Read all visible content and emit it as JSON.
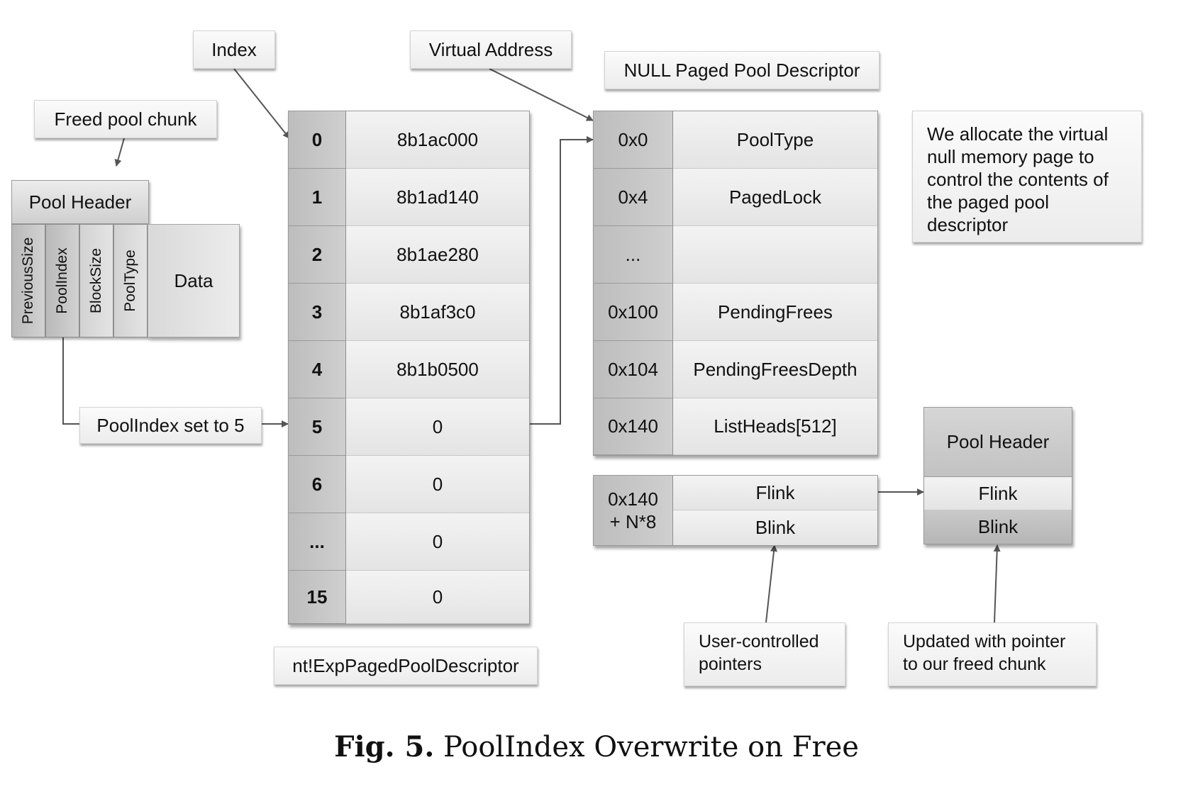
{
  "labels": {
    "index": "Index",
    "virtual_address": "Virtual Address",
    "null_descriptor": "NULL Paged Pool Descriptor",
    "freed_pool_chunk": "Freed pool chunk",
    "poolindex_set": "PoolIndex set to 5",
    "exp_paged_pool_descriptor": "nt!ExpPagedPoolDescriptor",
    "note": "We allocate the virtual null memory page to control the contents of the paged pool descriptor",
    "user_controlled": "User-controlled pointers",
    "updated_pointer": "Updated with pointer to our freed chunk"
  },
  "freed_chunk": {
    "header": "Pool Header",
    "fields": [
      "PreviousSize",
      "PoolIndex",
      "BlockSize",
      "PoolType"
    ],
    "data": "Data"
  },
  "exp_table": [
    {
      "index": "0",
      "value": "8b1ac000"
    },
    {
      "index": "1",
      "value": "8b1ad140"
    },
    {
      "index": "2",
      "value": "8b1ae280"
    },
    {
      "index": "3",
      "value": "8b1af3c0"
    },
    {
      "index": "4",
      "value": "8b1b0500"
    },
    {
      "index": "5",
      "value": "0"
    },
    {
      "index": "6",
      "value": "0"
    },
    {
      "index": "...",
      "value": "0"
    },
    {
      "index": "15",
      "value": "0"
    }
  ],
  "null_table": [
    {
      "offset": "0x0",
      "field": "PoolType"
    },
    {
      "offset": "0x4",
      "field": "PagedLock"
    },
    {
      "offset": "...",
      "field": ""
    },
    {
      "offset": "0x100",
      "field": "PendingFrees"
    },
    {
      "offset": "0x104",
      "field": "PendingFreesDepth"
    },
    {
      "offset": "0x140",
      "field": "ListHeads[512]"
    }
  ],
  "list_entry": {
    "offset_line1": "0x140",
    "offset_line2": "+ N*8",
    "flink": "Flink",
    "blink": "Blink"
  },
  "pool_header_target": {
    "header": "Pool Header",
    "flink": "Flink",
    "blink": "Blink"
  },
  "caption": {
    "prefix": "Fig. 5.",
    "text": "PoolIndex Overwrite on Free"
  }
}
